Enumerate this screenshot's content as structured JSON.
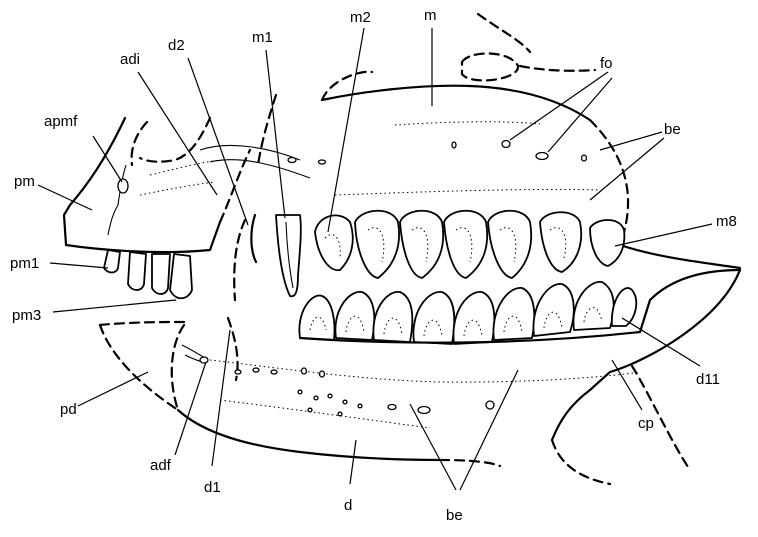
{
  "labels": {
    "m": "m",
    "m1": "m1",
    "m2": "m2",
    "d2": "d2",
    "adi": "adi",
    "fo": "fo",
    "apmf": "apmf",
    "pm": "pm",
    "be_upper": "be",
    "m8": "m8",
    "pm1": "pm1",
    "pm3": "pm3",
    "pd": "pd",
    "adf": "adf",
    "d1": "d1",
    "d": "d",
    "be_lower": "be",
    "d11": "d11",
    "cp": "cp"
  }
}
